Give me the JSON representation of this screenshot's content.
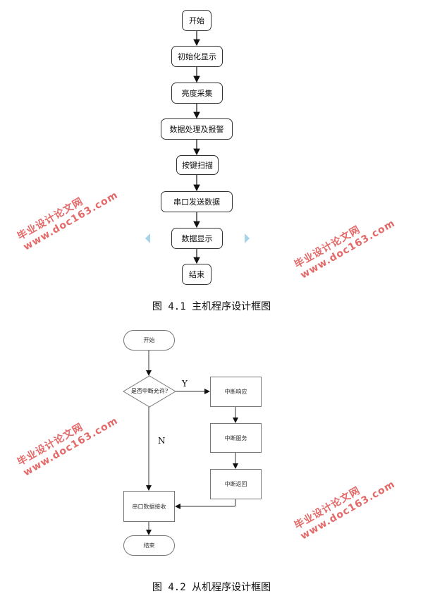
{
  "figure1": {
    "nodes": [
      "开始",
      "初始化显示",
      "亮度采集",
      "数据处理及报警",
      "按键扫描",
      "串口发送数据",
      "数据显示",
      "结束"
    ],
    "caption": "图 4.1  主机程序设计框图"
  },
  "figure2": {
    "start": "开始",
    "decision": "是否中断允许?",
    "interrupt_response": "中断响应",
    "interrupt_service": "中断服务",
    "interrupt_return": "中断返回",
    "serial_receive": "串口数据接收",
    "end": "结束",
    "yes_label": "Y",
    "no_label": "N",
    "caption": "图 4.2  从机程序设计框图"
  },
  "watermark": {
    "line1": "毕业设计论文网",
    "line2": "www.doc163.com"
  },
  "colors": {
    "watermark": "#e05050",
    "nav_arrow": "#a8d4e8"
  }
}
